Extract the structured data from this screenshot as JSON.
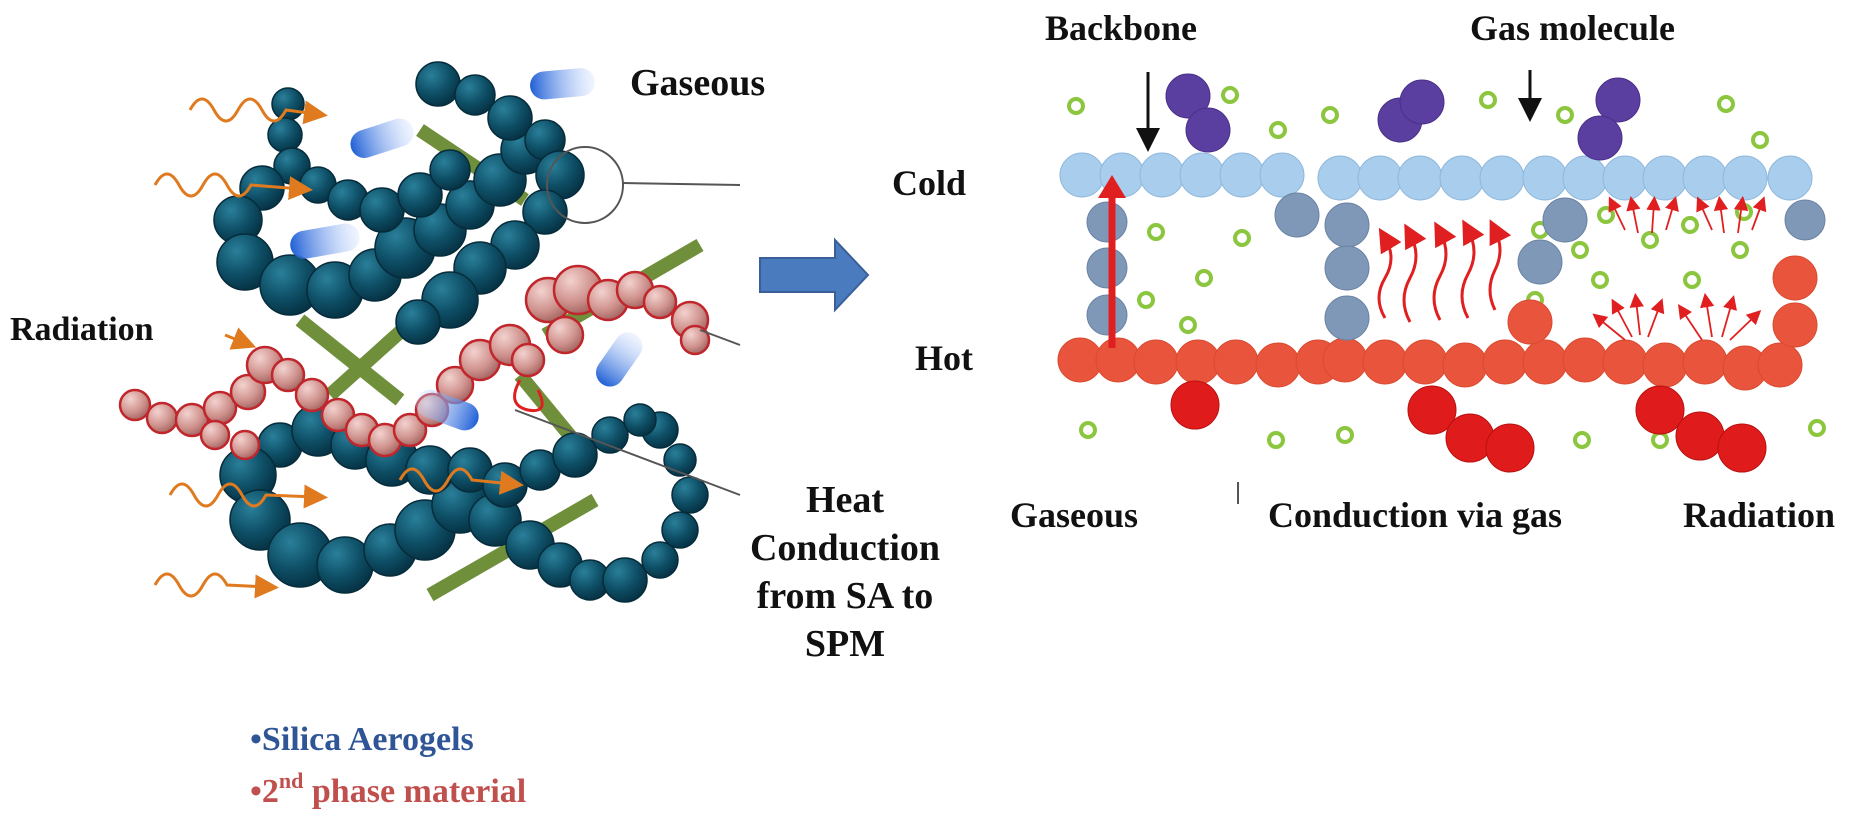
{
  "left_panel": {
    "label_gaseous": "Gaseous",
    "label_radiation": "Radiation",
    "label_heat_conduction": [
      "Heat",
      "Conduction",
      "from SA to",
      "SPM"
    ]
  },
  "right_panel": {
    "label_backbone": "Backbone",
    "label_gas_molecule": "Gas molecule",
    "label_cold": "Cold",
    "label_hot": "Hot",
    "label_gaseous": "Gaseous",
    "label_conduction_via_gas": "Conduction via gas",
    "label_radiation": "Radiation"
  },
  "legend": {
    "silica_bullet": "•",
    "silica_text": "Silica Aerogels",
    "second_bullet": "•",
    "second_prefix": "2",
    "second_sup": "nd",
    "second_text": " phase material"
  },
  "colors": {
    "silica": "#0e4f66",
    "second_phase": "#d49a96",
    "second_phase_edge": "#c0262b",
    "fiber": "#6f8f3a",
    "gas_blue": "#2a6fe0",
    "radiation_wave": "#e07a1f",
    "arrow": "#4a7bbf",
    "cold_row": "#a9cdec",
    "hot_row": "#e8553c",
    "backbone_grey": "#7f98b8",
    "gas_purple": "#5a3fa0",
    "hot_red": "#e01b1b",
    "gas_green": "#8cc63f",
    "heat_arrow": "#e02020",
    "legend_blue": "#2f5597",
    "legend_red": "#c0504d"
  }
}
